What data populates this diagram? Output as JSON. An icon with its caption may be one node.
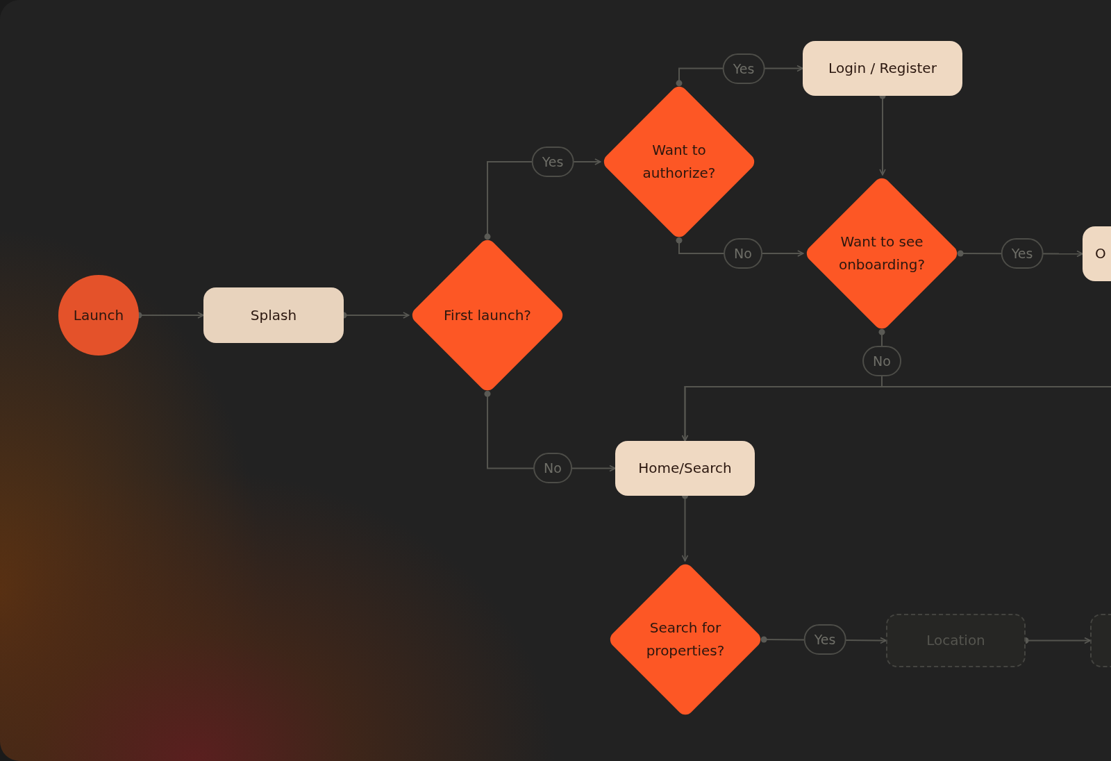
{
  "diagram": {
    "nodes": [
      {
        "text": [
          "Launch"
        ]
      },
      {
        "text": [
          "Splash"
        ]
      },
      {
        "text": [
          "First launch?"
        ]
      },
      {
        "text": [
          "Want to authorize?"
        ]
      },
      {
        "text": [
          "Login / Register"
        ]
      },
      {
        "text": [
          "Want to see onboarding?"
        ]
      },
      {
        "text": [
          "O"
        ]
      },
      {
        "text": [
          "Home/Search"
        ]
      },
      {
        "text": [
          "Search for properties?"
        ]
      },
      {
        "text": [
          "Location"
        ]
      },
      {
        "text": [],
        "shape": "box"
      }
    ],
    "edges": [
      {
        "from": 0,
        "to": 1,
        "arrow": "to"
      },
      {
        "from": 1,
        "to": 2,
        "arrow": "to"
      },
      {
        "from": 2,
        "to": 3,
        "arrow": "to",
        "label": "Yes"
      },
      {
        "from": 2,
        "to": 7,
        "arrow": "to",
        "label": "No"
      },
      {
        "from": 3,
        "to": 4,
        "arrow": "to",
        "label": "Yes"
      },
      {
        "from": 3,
        "to": 5,
        "arrow": "to",
        "label": "No"
      },
      {
        "from": 4,
        "to": 5,
        "arrow": "to"
      },
      {
        "from": 5,
        "to": 6,
        "arrow": "to",
        "label": "Yes"
      },
      {
        "from": 5,
        "to": 7,
        "arrow": "to",
        "label": "No"
      },
      {
        "from": null,
        "to": 7,
        "arrow": "to"
      },
      {
        "from": 7,
        "to": 8,
        "arrow": "to"
      },
      {
        "from": 8,
        "to": 9,
        "arrow": "to",
        "label": "Yes"
      },
      {
        "from": 9,
        "to": 10,
        "arrow": "to"
      }
    ]
  }
}
